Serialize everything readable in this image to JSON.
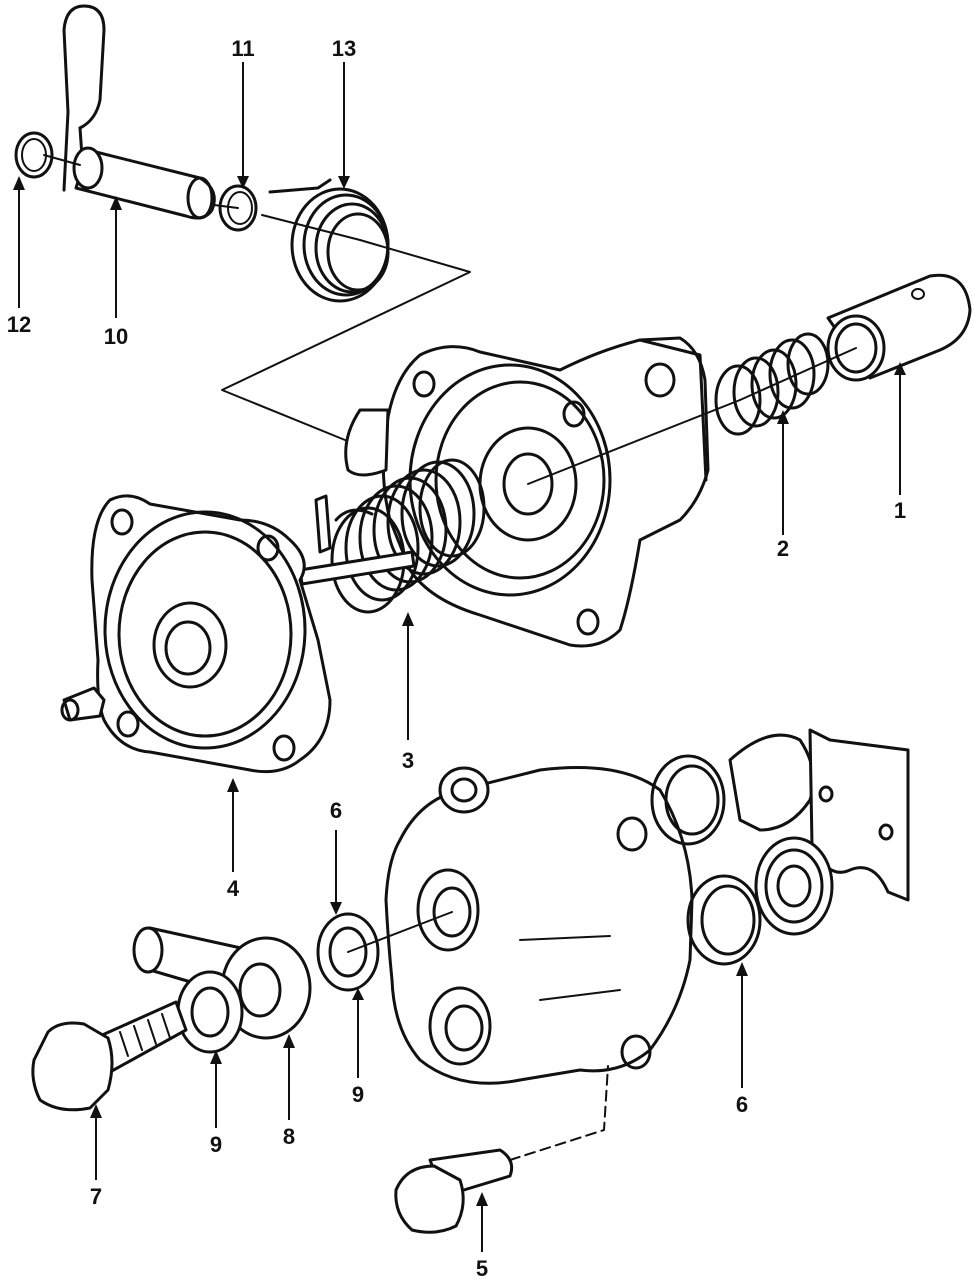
{
  "callouts": {
    "c1": "1",
    "c2": "2",
    "c3": "3",
    "c4": "4",
    "c5": "5",
    "c6a": "6",
    "c6b": "6",
    "c7": "7",
    "c8": "8",
    "c9a": "9",
    "c9b": "9",
    "c10": "10",
    "c11": "11",
    "c12": "12",
    "c13": "13"
  }
}
